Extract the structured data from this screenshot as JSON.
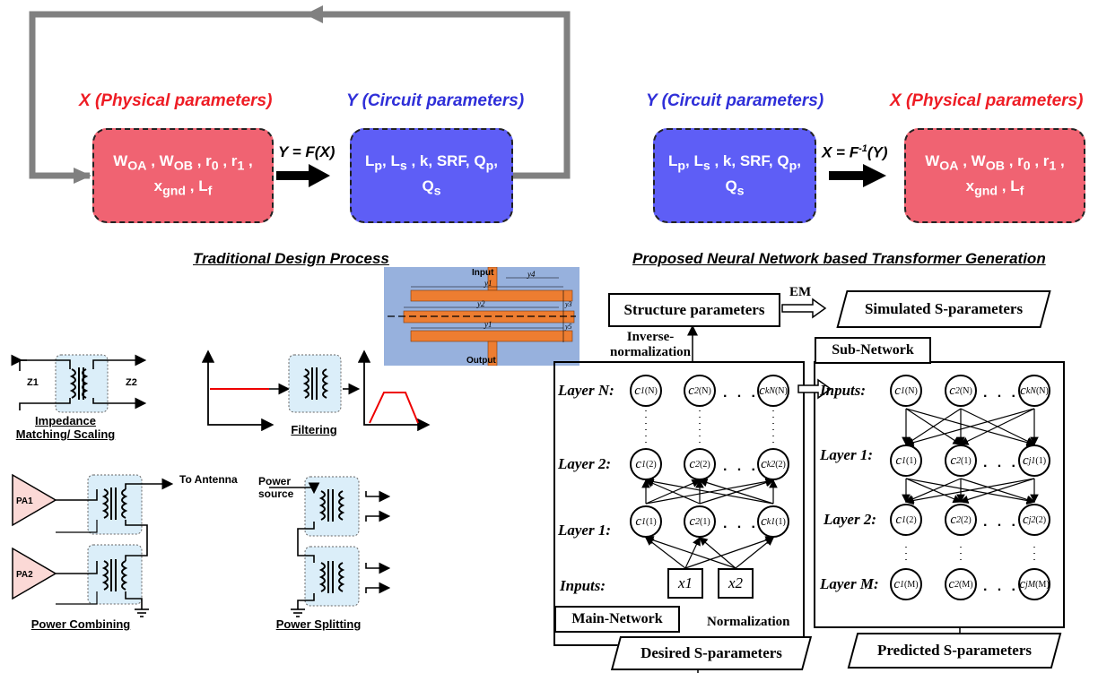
{
  "top": {
    "traditional": {
      "x_title": "X (Physical parameters)",
      "y_title": "Y (Circuit parameters)",
      "physical_line1": "Wₒₐ , Wₒᵦ , r₀ , r₁ ,",
      "physical_line2": "xᵍnd , Lᶠ",
      "circuit_line1": "Lp, Ls , k, SRF, Qp,",
      "circuit_line2": "Qs",
      "equation": "Y = F(X)",
      "caption": "Traditional Design Process"
    },
    "proposed": {
      "y_title": "Y (Circuit parameters)",
      "x_title": "X (Physical parameters)",
      "circuit_line1": "Lp, Ls , k, SRF, Qp,",
      "circuit_line2": "Qs",
      "equation": "X = F",
      "equation_sup": "-1",
      "equation_tail": "(Y)",
      "physical_line1": "WOA , WOB , r0 , r1 ,",
      "physical_line2": "xgnd , Lf",
      "caption": "Proposed Neural Network based Transformer Generation"
    }
  },
  "applications": {
    "impedance": {
      "caption": "Impedance Matching/ Scaling",
      "z1": "Z1",
      "z2": "Z2"
    },
    "filtering": {
      "caption": "Filtering"
    },
    "combining": {
      "caption": "Power Combining",
      "pa1": "PA1",
      "pa2": "PA2",
      "to_antenna": "To Antenna"
    },
    "splitting": {
      "caption": "Power Splitting",
      "source": "Power source"
    }
  },
  "layout_figure": {
    "input": "Input",
    "output": "Output",
    "y1": "y1",
    "y2": "y2",
    "y3": "y3",
    "y4": "y4",
    "y5": "y5"
  },
  "network": {
    "structure_params": "Structure parameters",
    "em": "EM",
    "simulated": "Simulated S-parameters",
    "inverse_norm_1": "Inverse-",
    "inverse_norm_2": "normalization",
    "sub_network": "Sub-Network",
    "main_network": "Main-Network",
    "normalization": "Normalization",
    "desired": "Desired S-parameters",
    "predicted": "Predicted S-parameters",
    "main_layers": [
      "Layer N:",
      "Layer 2:",
      "Layer 1:",
      "Inputs:"
    ],
    "sub_layers": [
      "Inputs:",
      "Layer 1:",
      "Layer 2:",
      "Layer M:"
    ],
    "inputs": [
      "x1",
      "x2"
    ]
  }
}
